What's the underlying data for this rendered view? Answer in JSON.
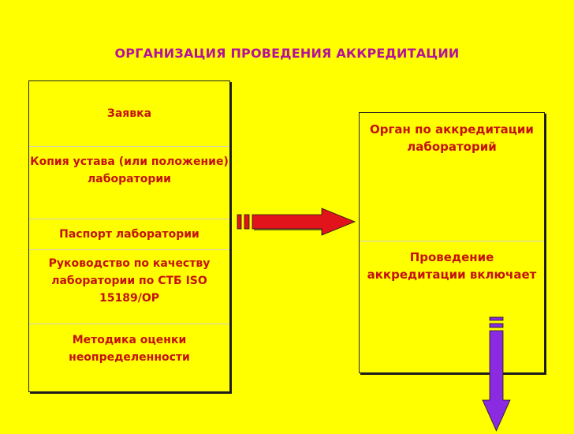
{
  "title": "ОРГАНИЗАЦИЯ ПРОВЕДЕНИЯ АККРЕДИТАЦИИ",
  "documents": [
    "Заявка",
    "Копия устава (или положение) лаборатории",
    "Паспорт лаборатории",
    "Руководство по качеству лаборатории по СТБ ISO 15189/ОР",
    "Методика оценки неопределенности"
  ],
  "organ": {
    "name": "Орган по аккредитации лабораторий",
    "process": "Проведение аккредитации включает"
  },
  "colors": {
    "background": "#ffff00",
    "title": "#b5129a",
    "text": "#c4120f",
    "arrow_right": "#e0141a",
    "arrow_down": "#8a2be2"
  }
}
